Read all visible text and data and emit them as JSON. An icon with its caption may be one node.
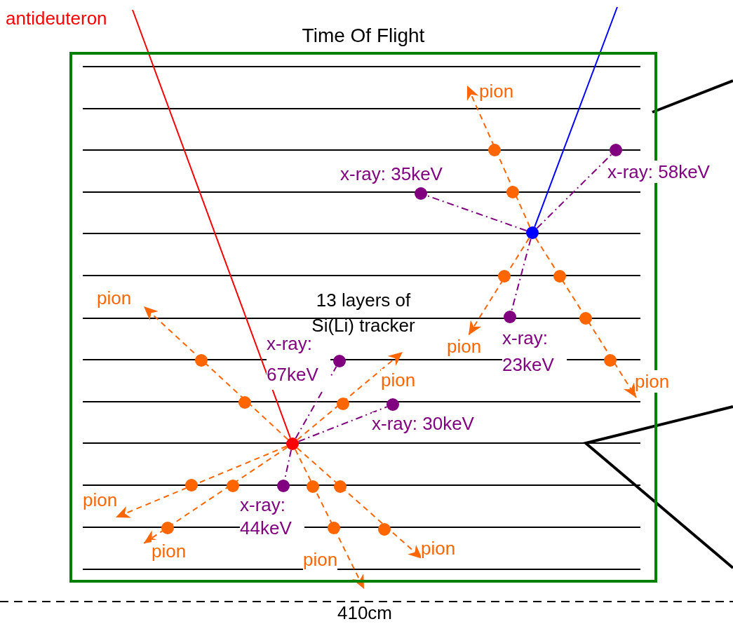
{
  "diagram": {
    "nodes": [
      {
        "text": [
          "Time Of Flight"
        ]
      },
      {
        "text": [
          "antideuteron"
        ]
      },
      {
        "text": [],
        "shape": "circle",
        "in": 0,
        "beside": [
          "x-ray: 58keV"
        ]
      },
      {
        "text": [],
        "shape": "circle",
        "in": 0,
        "beside": [
          "x-ray: 35keV"
        ]
      },
      {
        "text": [],
        "shape": "circle",
        "in": 0
      },
      {
        "text": [],
        "shape": "circle",
        "in": 0,
        "beside": [
          "x-ray: 23keV"
        ]
      },
      {
        "text": [],
        "shape": "circle",
        "in": 0,
        "beside": [
          "x-ray: 67keV"
        ]
      },
      {
        "text": [],
        "shape": "circle",
        "in": 0,
        "beside": [
          "x-ray: 30keV"
        ]
      },
      {
        "text": [],
        "shape": "circle",
        "in": 0
      },
      {
        "text": [],
        "shape": "circle",
        "in": 0,
        "beside": [
          "x-ray: 44keV"
        ]
      }
    ],
    "edges": [
      {
        "from": 1,
        "to": 8,
        "arrow": "none",
        "color": "#ff0000"
      },
      {
        "from": null,
        "to": 4,
        "arrow": "none",
        "color": "#0000ff"
      },
      {
        "from": 4,
        "to": 3,
        "arrow": "none",
        "style": "dashed",
        "color": "#800080"
      },
      {
        "from": 4,
        "to": 2,
        "arrow": "none",
        "style": "dashed",
        "color": "#800080"
      },
      {
        "from": 4,
        "to": 5,
        "arrow": "none",
        "style": "dashed",
        "color": "#800080"
      },
      {
        "from": 4,
        "to": null,
        "arrow": "to",
        "style": "dashed",
        "label": "pion"
      },
      {
        "from": 4,
        "to": null,
        "arrow": "to",
        "style": "dashed",
        "label": "pion"
      },
      {
        "from": 4,
        "to": null,
        "arrow": "to",
        "style": "dashed",
        "label": "pion"
      },
      {
        "from": 8,
        "to": 6,
        "arrow": "none",
        "style": "dashed",
        "color": "#800080"
      },
      {
        "from": 8,
        "to": 7,
        "arrow": "none",
        "style": "dashed",
        "color": "#800080"
      },
      {
        "from": 8,
        "to": 9,
        "arrow": "none",
        "style": "dashed",
        "color": "#800080"
      },
      {
        "from": 8,
        "to": null,
        "arrow": "to",
        "style": "dashed",
        "label": "pion"
      },
      {
        "from": 8,
        "to": null,
        "arrow": "to",
        "style": "dashed",
        "label": "pion"
      },
      {
        "from": 8,
        "to": null,
        "arrow": "to",
        "style": "dashed",
        "label": "pion"
      },
      {
        "from": 8,
        "to": null,
        "arrow": "to",
        "style": "dashed",
        "label": "pion"
      },
      {
        "from": 8,
        "to": null,
        "arrow": "to",
        "style": "dashed",
        "label": "pion"
      },
      {
        "from": 8,
        "to": null,
        "arrow": "to",
        "style": "dashed",
        "label": "pion"
      }
    ],
    "labels": [
      "13 layers of Si(Li) tracker",
      "410cm"
    ]
  }
}
